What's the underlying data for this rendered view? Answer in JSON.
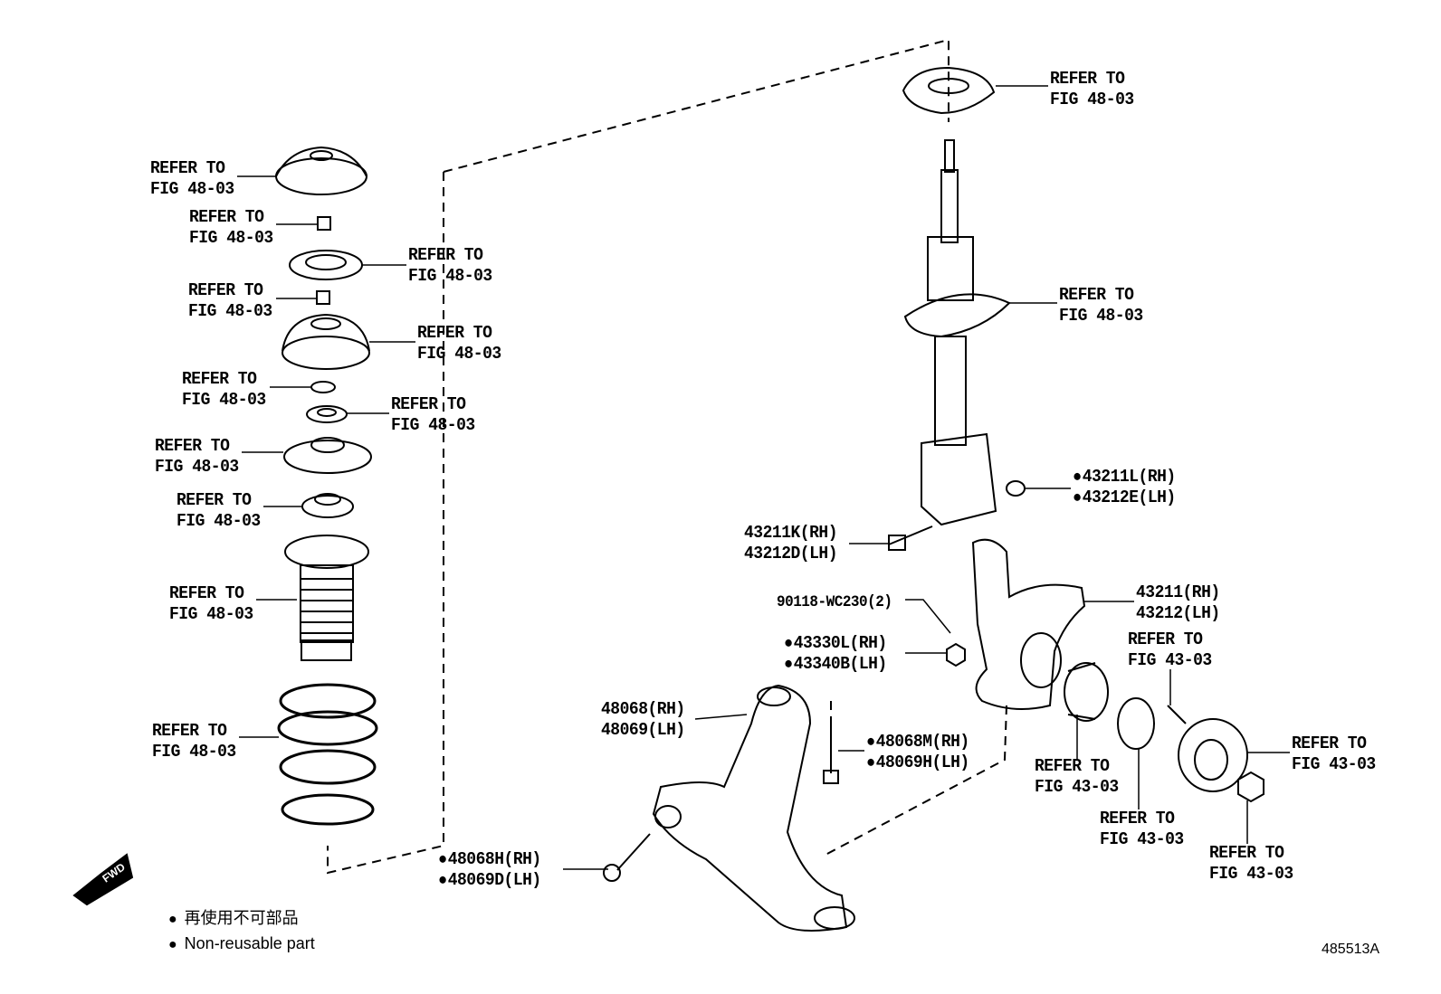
{
  "diagram_id": "485513A",
  "fwd_label": "FWD",
  "legend": {
    "marker": "●",
    "japanese": "再使用不可部品",
    "english": "Non-reusable part"
  },
  "callouts": [
    {
      "l1": "REFER TO",
      "l2": "FIG 48-03"
    },
    {
      "l1": "REFER TO",
      "l2": "FIG 48-03"
    },
    {
      "l1": "REFER TO",
      "l2": "FIG 48-03"
    },
    {
      "l1": "REFER TO",
      "l2": "FIG 48-03"
    },
    {
      "l1": "REFER TO",
      "l2": "FIG 48-03"
    },
    {
      "l1": "REFER TO",
      "l2": "FIG 48-03"
    },
    {
      "l1": "REFER TO",
      "l2": "FIG 48-03"
    },
    {
      "l1": "REFER TO",
      "l2": "FIG 48-03"
    },
    {
      "l1": "REFER TO",
      "l2": "FIG 48-03"
    },
    {
      "l1": "REFER TO",
      "l2": "FIG 48-03"
    },
    {
      "l1": "REFER TO",
      "l2": "FIG 48-03"
    },
    {
      "l1": "REFER TO",
      "l2": "FIG 48-03"
    },
    {
      "l1": "REFER TO",
      "l2": "FIG 48-03"
    },
    {
      "l1": "43211L(RH)",
      "l2": "43212E(LH)",
      "non_reusable": true
    },
    {
      "l1": "43211K(RH)",
      "l2": "43212D(LH)"
    },
    {
      "l1": "90118-WC230(2)"
    },
    {
      "l1": "43330L(RH)",
      "l2": "43340B(LH)",
      "non_reusable": true
    },
    {
      "l1": "43211(RH)",
      "l2": "43212(LH)"
    },
    {
      "l1": "REFER TO",
      "l2": "FIG 43-03"
    },
    {
      "l1": "48068(RH)",
      "l2": "48069(LH)"
    },
    {
      "l1": "48068M(RH)",
      "l2": "48069H(LH)",
      "non_reusable": true
    },
    {
      "l1": "REFER TO",
      "l2": "FIG 43-03"
    },
    {
      "l1": "REFER TO",
      "l2": "FIG 43-03"
    },
    {
      "l1": "REFER TO",
      "l2": "FIG 43-03"
    },
    {
      "l1": "REFER TO",
      "l2": "FIG 43-03"
    },
    {
      "l1": "48068H(RH)",
      "l2": "48069D(LH)",
      "non_reusable": true
    }
  ]
}
